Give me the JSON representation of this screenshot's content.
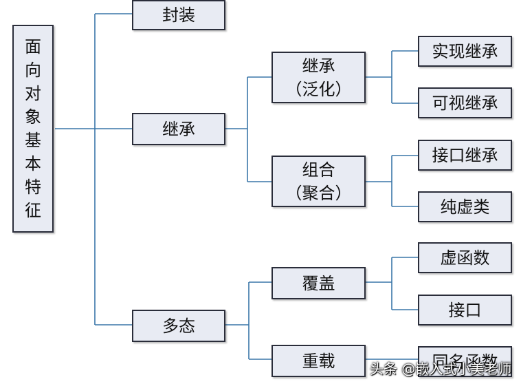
{
  "root": {
    "chars": [
      "面",
      "向",
      "对",
      "象",
      "基",
      "本",
      "特",
      "征"
    ]
  },
  "level1": {
    "encapsulation": "封装",
    "inheritance": "继承",
    "polymorphism": "多态"
  },
  "level2": {
    "generalization": [
      "继承",
      "（泛化）"
    ],
    "aggregation": [
      "组合",
      "（聚合）"
    ],
    "override": "覆盖",
    "overload": "重载"
  },
  "level3": {
    "impl_inherit": "实现继承",
    "visual_inherit": "可视继承",
    "interface_inherit": "接口继承",
    "pure_virtual": "纯虚类",
    "virtual_func": "虚函数",
    "interface": "接口",
    "same_name_func": "同名函数"
  },
  "watermark": "头条 @嵌入式小美老师",
  "colors": {
    "line": "#3a76a8",
    "box_fill": "#e8ebf3",
    "box_border": "#2a2d3a"
  }
}
